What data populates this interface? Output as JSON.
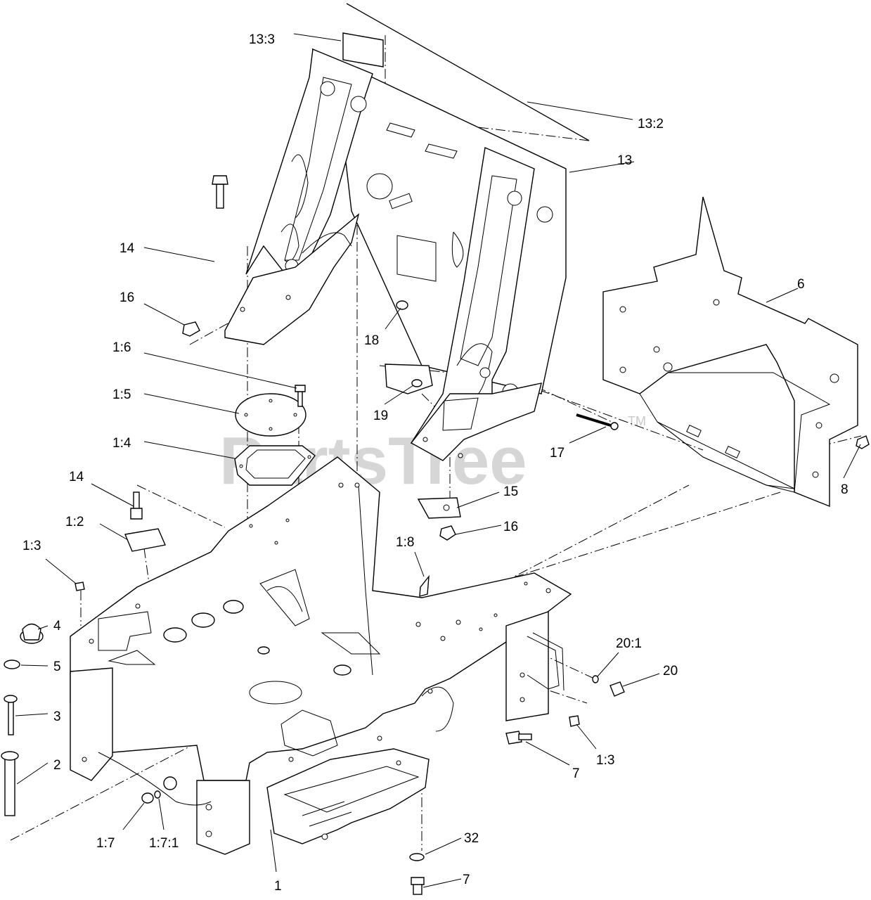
{
  "watermark": {
    "text": "PartsTree",
    "trademark": "TM"
  },
  "callouts": [
    {
      "id": "c-13-3",
      "label": "13:3"
    },
    {
      "id": "c-13-2",
      "label": "13:2"
    },
    {
      "id": "c-13",
      "label": "13"
    },
    {
      "id": "c-14-top",
      "label": "14"
    },
    {
      "id": "c-16-top",
      "label": "16"
    },
    {
      "id": "c-6",
      "label": "6"
    },
    {
      "id": "c-18",
      "label": "18"
    },
    {
      "id": "c-1-6",
      "label": "1:6"
    },
    {
      "id": "c-1-5",
      "label": "1:5"
    },
    {
      "id": "c-19",
      "label": "19"
    },
    {
      "id": "c-1-4",
      "label": "1:4"
    },
    {
      "id": "c-17",
      "label": "17"
    },
    {
      "id": "c-8",
      "label": "8"
    },
    {
      "id": "c-14-mid",
      "label": "14"
    },
    {
      "id": "c-15",
      "label": "15"
    },
    {
      "id": "c-1-2",
      "label": "1:2"
    },
    {
      "id": "c-16-mid",
      "label": "16"
    },
    {
      "id": "c-1-3-left",
      "label": "1:3"
    },
    {
      "id": "c-1-8",
      "label": "1:8"
    },
    {
      "id": "c-4",
      "label": "4"
    },
    {
      "id": "c-20-1",
      "label": "20:1"
    },
    {
      "id": "c-5",
      "label": "5"
    },
    {
      "id": "c-20",
      "label": "20"
    },
    {
      "id": "c-3",
      "label": "3"
    },
    {
      "id": "c-1-3-right",
      "label": "1:3"
    },
    {
      "id": "c-2",
      "label": "2"
    },
    {
      "id": "c-7-mid",
      "label": "7"
    },
    {
      "id": "c-32",
      "label": "32"
    },
    {
      "id": "c-1-7",
      "label": "1:7"
    },
    {
      "id": "c-1-7-1",
      "label": "1:7:1"
    },
    {
      "id": "c-7-bottom",
      "label": "7"
    },
    {
      "id": "c-1",
      "label": "1"
    }
  ]
}
